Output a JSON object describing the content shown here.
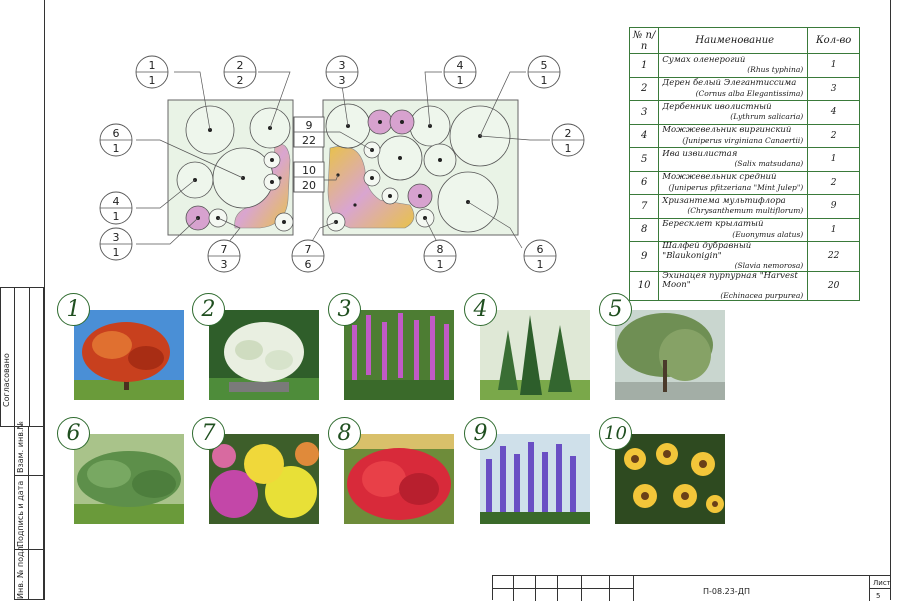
{
  "table": {
    "headers": {
      "num": "№ п/п",
      "name": "Наименование",
      "qty": "Кол-во"
    },
    "rows": [
      {
        "num": "1",
        "name": "Сумах оленерогий",
        "latin": "(Rhus typhina)",
        "qty": "1"
      },
      {
        "num": "2",
        "name": "Дерен белый Элегантиссима",
        "latin": "(Cornus alba Elegantissima)",
        "qty": "3"
      },
      {
        "num": "3",
        "name": "Дербенник иволистный",
        "latin": "(Lythrum salicaria)",
        "qty": "4"
      },
      {
        "num": "4",
        "name": "Можжевельник виргинский",
        "latin": "(Juniperus virginiana Canaertii)",
        "qty": "2"
      },
      {
        "num": "5",
        "name": "Ива извилистая",
        "latin": "(Salix matsudana)",
        "qty": "1"
      },
      {
        "num": "6",
        "name": "Можжевельник средний",
        "latin": "(Juniperus pfitzeriana \"Mint Julep\")",
        "qty": "2"
      },
      {
        "num": "7",
        "name": "Хризантема мультифлора",
        "latin": "(Chrysanthemum multiflorum)",
        "qty": "9"
      },
      {
        "num": "8",
        "name": "Бересклет крылатый",
        "latin": "(Euonymus alatus)",
        "qty": "1"
      },
      {
        "num": "9",
        "name": "Шалфей дубравный \"Blaukonigin\"",
        "latin": "(Slavia nemorosa)",
        "qty": "22"
      },
      {
        "num": "10",
        "name": "Эхинацея пурпурная \"Harvest Moon\"",
        "latin": "(Echinacea purpurea)",
        "qty": "20"
      }
    ]
  },
  "callouts": [
    {
      "top": "1",
      "bottom": "1"
    },
    {
      "top": "2",
      "bottom": "2"
    },
    {
      "top": "3",
      "bottom": "3"
    },
    {
      "top": "4",
      "bottom": "1"
    },
    {
      "top": "5",
      "bottom": "1"
    },
    {
      "top": "6",
      "bottom": "1"
    },
    {
      "top": "2",
      "bottom": "1"
    },
    {
      "top": "4",
      "bottom": "1"
    },
    {
      "top": "3",
      "bottom": "1"
    },
    {
      "top": "7",
      "bottom": "3"
    },
    {
      "top": "7",
      "bottom": "6"
    },
    {
      "top": "8",
      "bottom": "1"
    },
    {
      "top": "6",
      "bottom": "1"
    },
    {
      "top": "9",
      "bottom": "22"
    },
    {
      "top": "10",
      "bottom": "20"
    }
  ],
  "photo_badges": [
    "1",
    "2",
    "3",
    "4",
    "5",
    "6",
    "7",
    "8",
    "9",
    "10"
  ],
  "stamp": {
    "agreed": "Согласовано",
    "inv_replace": "Взам. инв.№",
    "sign_date": "Подпись и дата",
    "inv_orig": "Инв. № подл."
  },
  "title_block": {
    "code": "П-08.23-ДП",
    "sheet_label": "Лист",
    "sheet_num": "5"
  },
  "colors": {
    "frame": "#333333",
    "table_border": "#3a7a3a",
    "badge": "#2f6b2f",
    "bed_purple": "#c79ad6",
    "bed_yellow": "#e8c24a"
  }
}
